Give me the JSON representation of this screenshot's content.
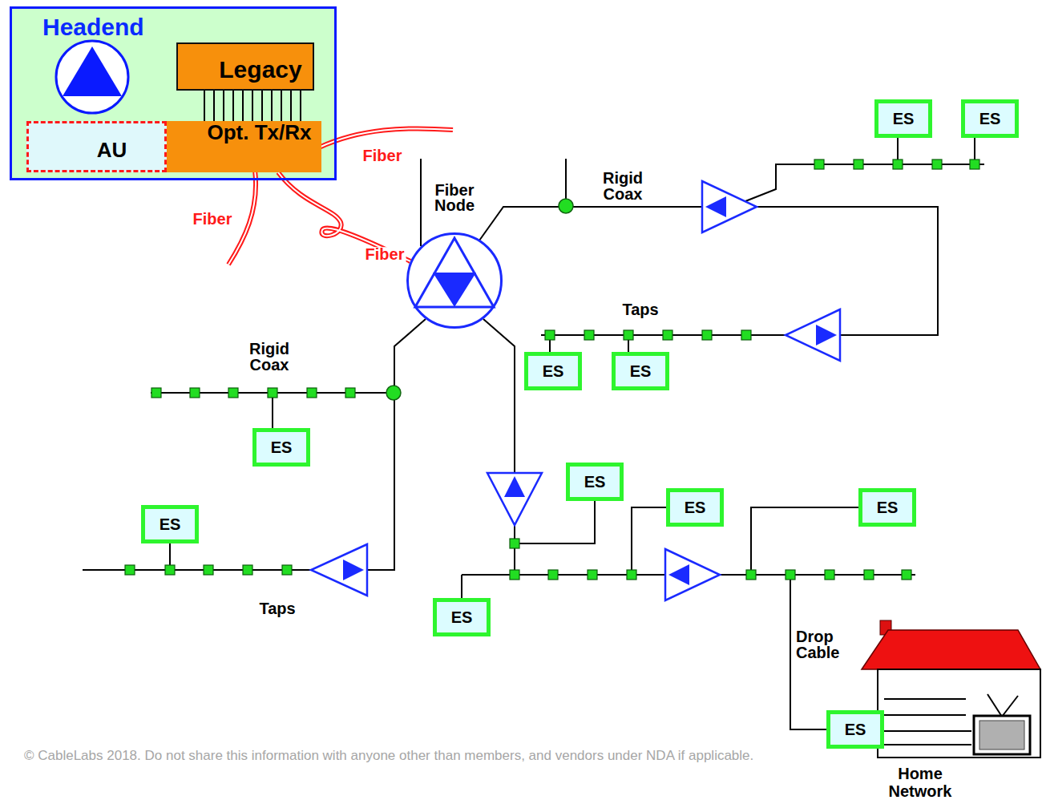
{
  "diagram": {
    "nodes": [
      {
        "text": [
          "Headend"
        ]
      },
      {
        "text": [
          "Legacy"
        ],
        "in": 0
      },
      {
        "text": [
          "AU"
        ],
        "in": 0
      },
      {
        "text": [
          "Opt. Tx/Rx"
        ],
        "in": 0
      },
      {
        "text": [
          "ES"
        ]
      },
      {
        "text": [
          "ES"
        ]
      },
      {
        "text": [
          "Fiber Node"
        ]
      },
      {
        "text": [
          "ES"
        ]
      },
      {
        "text": [
          "ES"
        ]
      },
      {
        "text": [
          "ES"
        ]
      },
      {
        "text": [
          "ES"
        ]
      },
      {
        "text": [
          "ES"
        ]
      },
      {
        "text": [
          "ES"
        ]
      },
      {
        "text": [
          "ES"
        ]
      },
      {
        "text": [
          "ES"
        ]
      },
      {
        "text": [
          "ES"
        ]
      }
    ],
    "edges": [
      {
        "from": 1,
        "to": 3,
        "arrow": "none"
      },
      {
        "from": 3,
        "to": 6,
        "label": "Fiber",
        "arrow": "none"
      }
    ],
    "labels": [
      "Fiber",
      "Fiber",
      "Rigid Coax",
      "Rigid Coax",
      "Taps",
      "Taps",
      "Drop Cable",
      "Home Network",
      "© CableLabs 2018. Do not share this information with anyone other than members, and vendors under NDA if applicable."
    ]
  }
}
